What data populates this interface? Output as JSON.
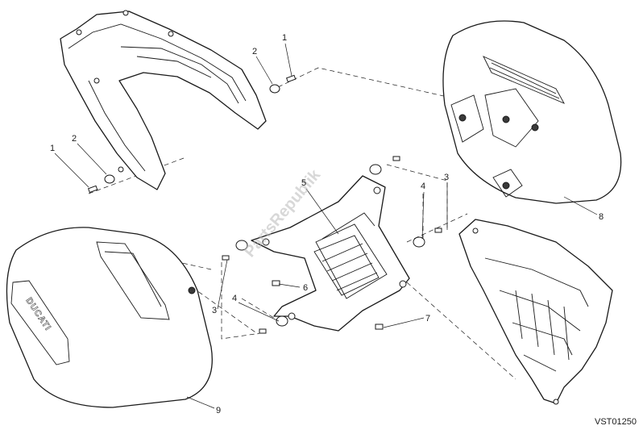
{
  "diagram": {
    "code": "VST01250",
    "watermark": "PartsRepublik",
    "brand_on_case": "DUCATI",
    "callouts": [
      "1",
      "2",
      "1",
      "2",
      "3",
      "3",
      "4",
      "4",
      "5",
      "6",
      "7",
      "8",
      "9"
    ]
  }
}
